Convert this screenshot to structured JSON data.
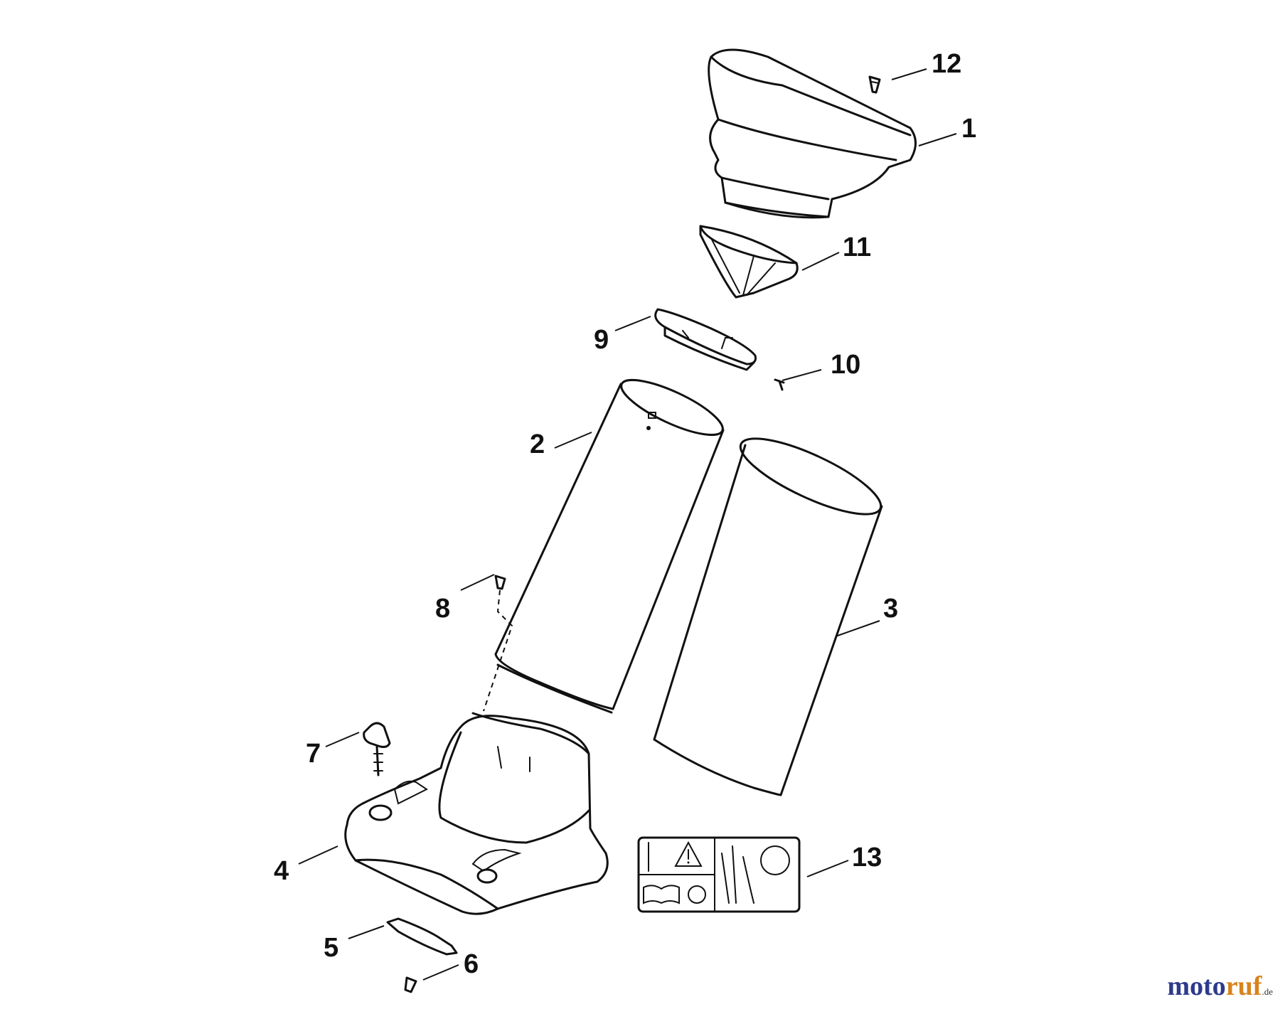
{
  "callouts": {
    "c1": "1",
    "c2": "2",
    "c3": "3",
    "c4": "4",
    "c5": "5",
    "c6": "6",
    "c7": "7",
    "c8": "8",
    "c9": "9",
    "c10": "10",
    "c11": "11",
    "c12": "12",
    "c13": "13"
  },
  "watermark": {
    "prefix": "moto",
    "suffix": "ruf",
    "tld": ".de",
    "colors": {
      "primary": "#2e3a8c",
      "accent": "#d9821a"
    }
  }
}
